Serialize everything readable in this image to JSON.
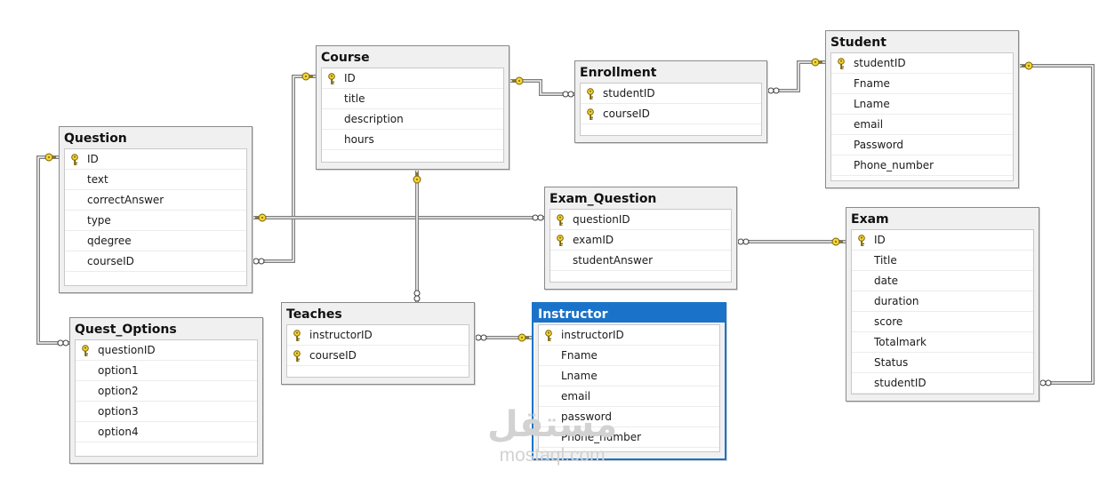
{
  "tables": [
    {
      "id": "course",
      "title": "Course",
      "selected": false,
      "columns": [
        {
          "name": "ID",
          "pk": true
        },
        {
          "name": "title",
          "pk": false
        },
        {
          "name": "description",
          "pk": false
        },
        {
          "name": "hours",
          "pk": false
        }
      ]
    },
    {
      "id": "enrollment",
      "title": "Enrollment",
      "selected": false,
      "columns": [
        {
          "name": "studentID",
          "pk": true
        },
        {
          "name": "courseID",
          "pk": true
        }
      ]
    },
    {
      "id": "student",
      "title": "Student",
      "selected": false,
      "columns": [
        {
          "name": "studentID",
          "pk": true
        },
        {
          "name": "Fname",
          "pk": false
        },
        {
          "name": "Lname",
          "pk": false
        },
        {
          "name": "email",
          "pk": false
        },
        {
          "name": "Password",
          "pk": false
        },
        {
          "name": "Phone_number",
          "pk": false
        }
      ]
    },
    {
      "id": "question",
      "title": "Question",
      "selected": false,
      "columns": [
        {
          "name": "ID",
          "pk": true
        },
        {
          "name": "text",
          "pk": false
        },
        {
          "name": "correctAnswer",
          "pk": false
        },
        {
          "name": "type",
          "pk": false
        },
        {
          "name": "qdegree",
          "pk": false
        },
        {
          "name": "courseID",
          "pk": false
        }
      ]
    },
    {
      "id": "exam_question",
      "title": "Exam_Question",
      "selected": false,
      "columns": [
        {
          "name": "questionID",
          "pk": true
        },
        {
          "name": "examID",
          "pk": true
        },
        {
          "name": "studentAnswer",
          "pk": false
        }
      ]
    },
    {
      "id": "exam",
      "title": "Exam",
      "selected": false,
      "columns": [
        {
          "name": "ID",
          "pk": true
        },
        {
          "name": "Title",
          "pk": false
        },
        {
          "name": "date",
          "pk": false
        },
        {
          "name": "duration",
          "pk": false
        },
        {
          "name": "score",
          "pk": false
        },
        {
          "name": "Totalmark",
          "pk": false
        },
        {
          "name": "Status",
          "pk": false
        },
        {
          "name": "studentID",
          "pk": false
        }
      ]
    },
    {
      "id": "quest_options",
      "title": "Quest_Options",
      "selected": false,
      "columns": [
        {
          "name": "questionID",
          "pk": true
        },
        {
          "name": "option1",
          "pk": false
        },
        {
          "name": "option2",
          "pk": false
        },
        {
          "name": "option3",
          "pk": false
        },
        {
          "name": "option4",
          "pk": false
        }
      ]
    },
    {
      "id": "teaches",
      "title": "Teaches",
      "selected": false,
      "columns": [
        {
          "name": "instructorID",
          "pk": true
        },
        {
          "name": "courseID",
          "pk": true
        }
      ]
    },
    {
      "id": "instructor",
      "title": "Instructor",
      "selected": true,
      "columns": [
        {
          "name": "instructorID",
          "pk": true
        },
        {
          "name": "Fname",
          "pk": false
        },
        {
          "name": "Lname",
          "pk": false
        },
        {
          "name": "email",
          "pk": false
        },
        {
          "name": "password",
          "pk": false
        },
        {
          "name": "Phone_number",
          "pk": false
        }
      ]
    }
  ],
  "relationships": [
    {
      "id": "course-enrollment",
      "from": "course",
      "to": "enrollment"
    },
    {
      "id": "student-enrollment",
      "from": "student",
      "to": "enrollment"
    },
    {
      "id": "course-question",
      "from": "course",
      "to": "question"
    },
    {
      "id": "question-exam-question",
      "from": "question",
      "to": "exam_question"
    },
    {
      "id": "exam-exam-question",
      "from": "exam",
      "to": "exam_question"
    },
    {
      "id": "student-exam",
      "from": "student",
      "to": "exam"
    },
    {
      "id": "question-quest-options",
      "from": "question",
      "to": "quest_options"
    },
    {
      "id": "course-teaches",
      "from": "course",
      "to": "teaches"
    },
    {
      "id": "instructor-teaches",
      "from": "instructor",
      "to": "teaches"
    }
  ],
  "watermark": {
    "logo": "مستقل",
    "text": "mostaql.com"
  },
  "colors": {
    "key": "#f2d43a",
    "selected": "#1a73c9",
    "line": "#7d7d7d"
  }
}
